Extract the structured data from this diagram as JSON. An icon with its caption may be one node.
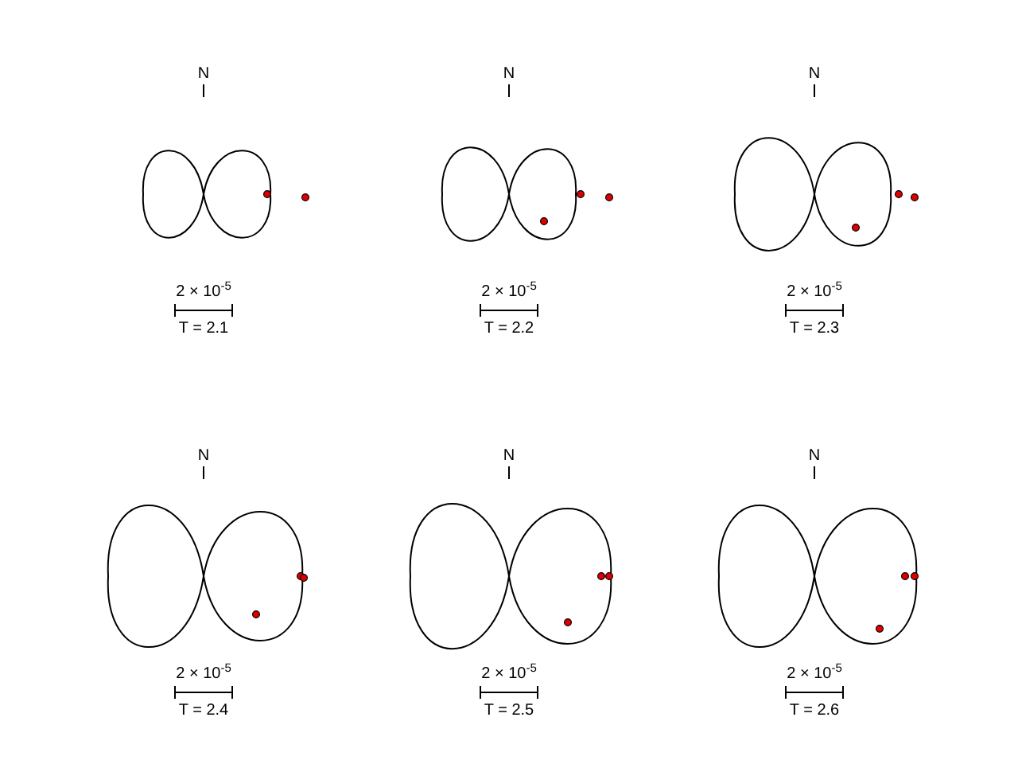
{
  "diagram": {
    "labels": [
      "N",
      "N",
      "N",
      "2 × 10$^{-5}$",
      "2 × 10$^{-5}$",
      "2 × 10$^{-5}$",
      "T = 2.1",
      "T = 2.2",
      "T = 2.3",
      "N",
      "N",
      "N",
      "2 × 10$^{-5}$",
      "2 × 10$^{-5}$",
      "2 × 10$^{-5}$",
      "T = 2.4",
      "T = 2.5",
      "T = 2.6"
    ]
  }
}
